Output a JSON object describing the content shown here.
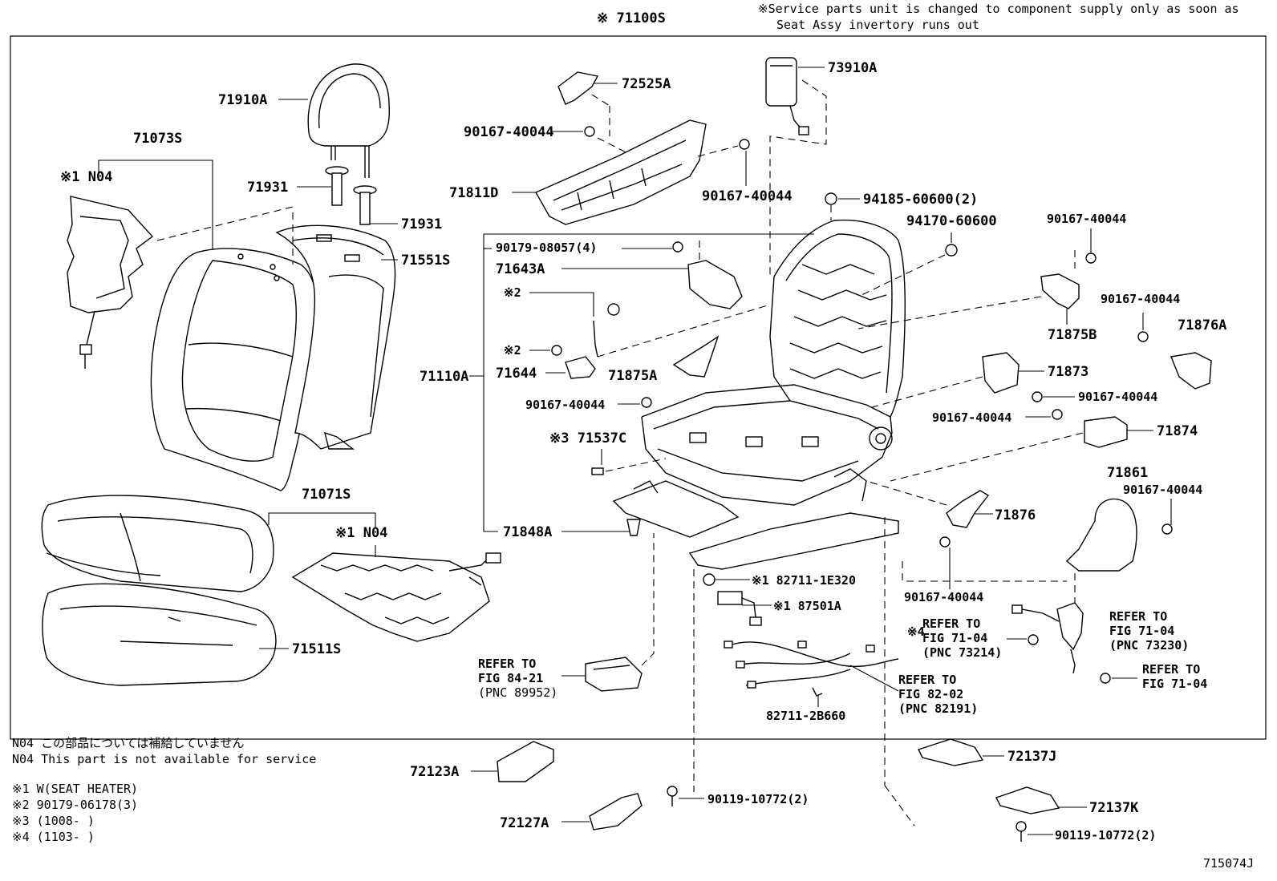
{
  "header": {
    "assembly_label": "※ 71100S",
    "service_note_line1": "※Service parts unit is changed to component supply only as soon as",
    "service_note_line2": "Seat Assy invertory runs out"
  },
  "callouts": {
    "c71910A": "71910A",
    "c71073S": "71073S",
    "c71073S_n04": "※1 N04",
    "c71931a": "71931",
    "c71931b": "71931",
    "c71551S": "71551S",
    "c71071S": "71071S",
    "c71071S_n04": "※1 N04",
    "c71511S": "71511S",
    "c72525A": "72525A",
    "c90167_a": "90167-40044",
    "c71811D": "71811D",
    "c90167_b": "90167-40044",
    "c73910A": "73910A",
    "c94185": "94185-60600(2)",
    "c94170": "94170-60600",
    "c90167_c": "90167-40044",
    "c90179_08057": "90179-08057(4)",
    "c71643A": "71643A",
    "c_note2a": "※2",
    "c_note2b": "※2",
    "c71644": "71644",
    "c71110A": "71110A",
    "c71875A": "71875A",
    "c71875B": "71875B",
    "c90167_d": "90167-40044",
    "c71876A": "71876A",
    "c71873": "71873",
    "c90167_e": "90167-40044",
    "c90167_f": "90167-40044",
    "c71874": "71874",
    "c90167_g": "90167-40044",
    "c71537C": "※3 71537C",
    "c71848A": "71848A",
    "c71876": "71876",
    "c71861": "71861",
    "c90167_h": "90167-40044",
    "c82711_1E320": "※1 82711-1E320",
    "c87501A": "※1 87501A",
    "c90167_i": "90167-40044",
    "c_note4": "※4",
    "c82711_2B660": "82711-2B660",
    "c72123A": "72123A",
    "c72127A": "72127A",
    "c90119_a": "90119-10772(2)",
    "c72137J": "72137J",
    "c72137K": "72137K",
    "c90119_b": "90119-10772(2)"
  },
  "refs": {
    "fig84": [
      "REFER TO",
      "FIG 84-21",
      "(PNC 89952)"
    ],
    "fig71_a": [
      "REFER TO",
      "FIG 71-04",
      "(PNC 73214)"
    ],
    "fig71_b": [
      "REFER TO",
      "FIG 71-04",
      "(PNC 73230)"
    ],
    "fig71_c": [
      "REFER TO",
      "FIG 71-04"
    ],
    "fig82": [
      "REFER TO",
      "FIG 82-02",
      "(PNC 82191)"
    ]
  },
  "legend": {
    "n04_ja": "N04  この部品については補給していません",
    "n04_en": "N04  This part is not available for service",
    "note1": "※1 W(SEAT HEATER)",
    "note2": "※2 90179-06178(3)",
    "note3": "※3 (1008-     )",
    "note4": "※4 (1103-     )"
  },
  "figure_number": "715074J"
}
